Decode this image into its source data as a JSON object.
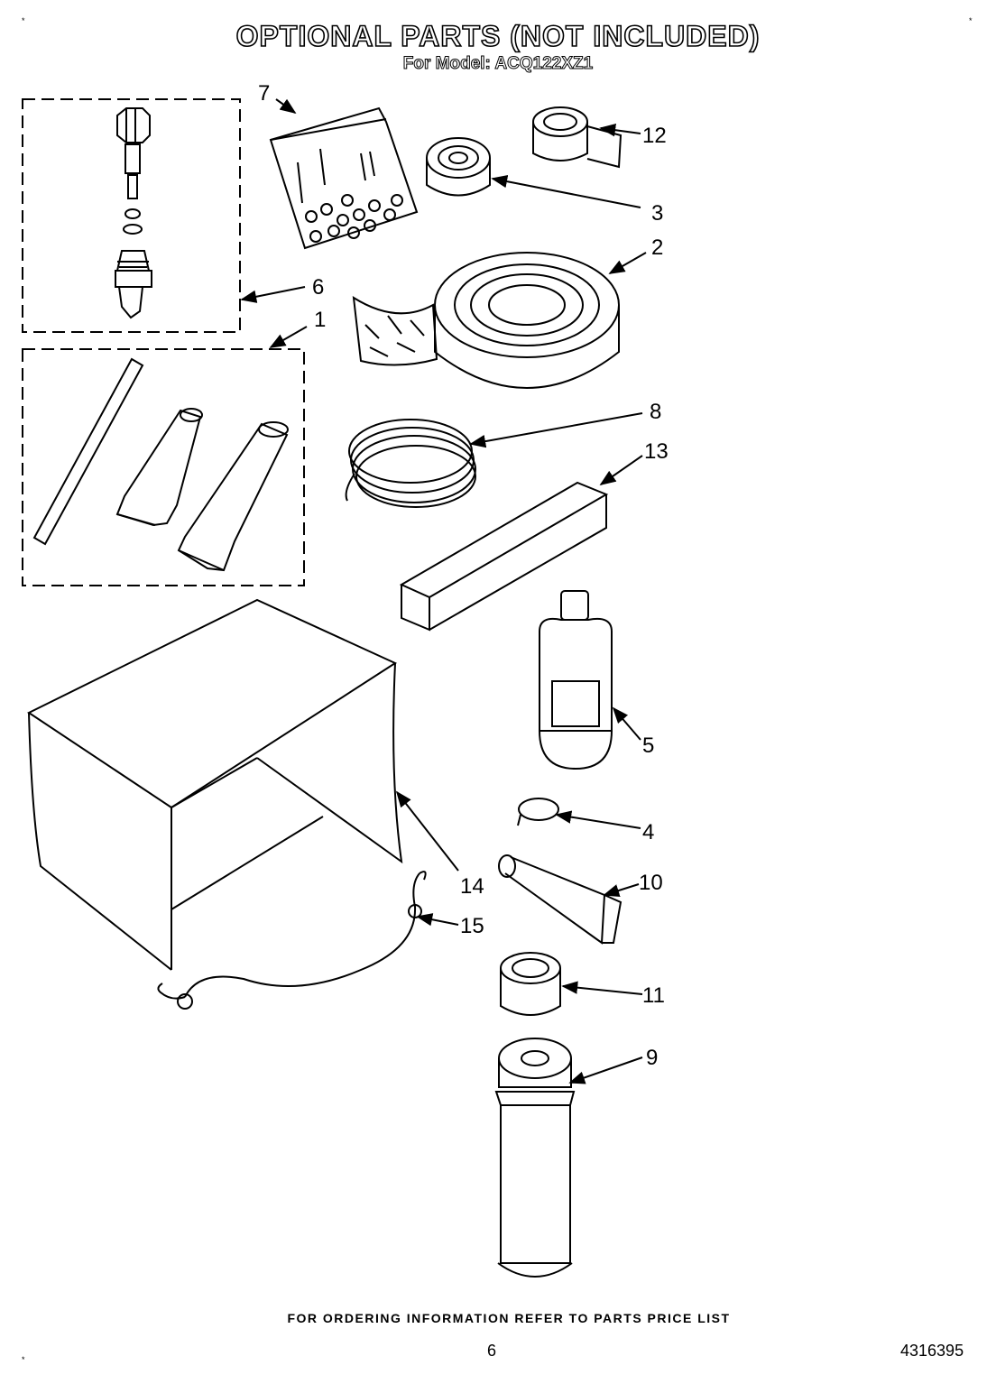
{
  "header": {
    "title": "OPTIONAL PARTS (NOT INCLUDED)",
    "subtitle": "For Model: ACQ122XZ1"
  },
  "callouts": [
    "1",
    "2",
    "3",
    "4",
    "5",
    "6",
    "7",
    "8",
    "9",
    "10",
    "11",
    "12",
    "13",
    "14",
    "15"
  ],
  "footer": {
    "ordering_note": "FOR ORDERING INFORMATION REFER TO PARTS PRICE LIST",
    "page_number": "6",
    "document_number": "4316395"
  },
  "corner_marks": [
    "*",
    "*",
    "*"
  ]
}
